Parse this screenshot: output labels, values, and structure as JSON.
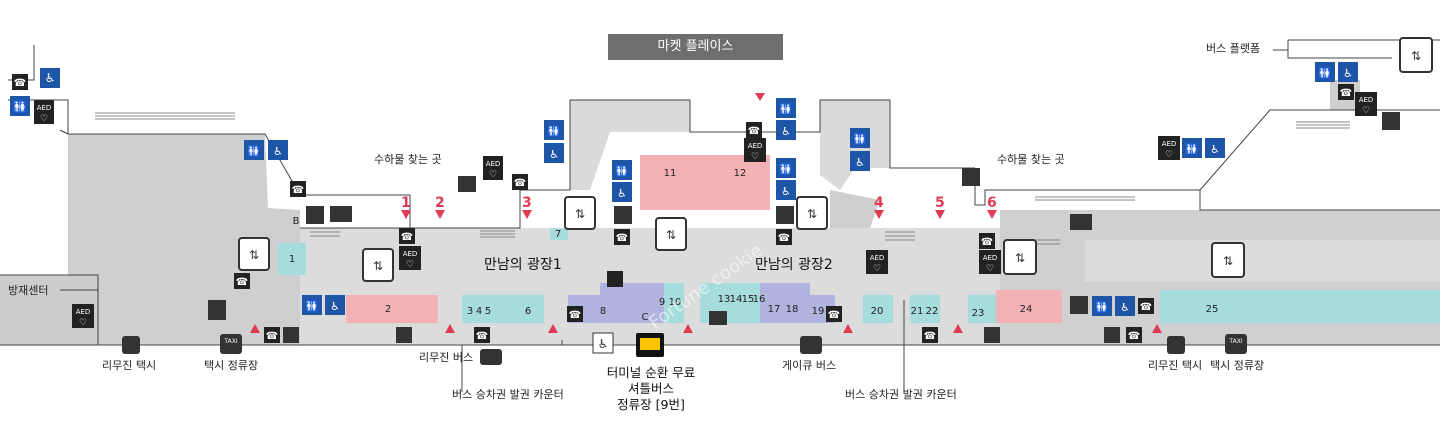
{
  "map": {
    "banner": "마켓 플레이스",
    "bus_platform": "버스 플랫폼",
    "baggage_claim": [
      "수하물 찾는 곳",
      "수하물 찾는 곳"
    ],
    "plaza_1": "만남의 광장1",
    "plaza_2": "만남의 광장2",
    "disaster_center": "방재센터",
    "watermark": "Fortune cookie",
    "gates": [
      "1",
      "2",
      "3",
      "4",
      "5",
      "6"
    ],
    "rooms": {
      "A": "1",
      "B": "2",
      "C3": "3",
      "C4": "4",
      "C5": "5",
      "C6": "6",
      "C7": "7",
      "C8": "8",
      "C9": "9",
      "C10": "10",
      "C11": "11",
      "C12": "12",
      "C13": "13",
      "C14": "14",
      "C15": "15",
      "C16": "16",
      "C17": "17",
      "C18": "18",
      "C19": "19",
      "C20": "20",
      "C21": "21",
      "C22": "22",
      "C23": "23",
      "C24": "24",
      "C25": "25",
      "LB": "B",
      "LC": "C"
    },
    "bottom_labels": {
      "limo_taxi_left": "리무진 택시",
      "taxi_stand_left": "택시 정류장",
      "limo_bus": "리무진 버스",
      "bus_ticket_left": "버스 승차권 발권 카운터",
      "shuttle": [
        "터미널 순환 무료",
        "셔틀버스",
        "정류장 [9번]"
      ],
      "gaekyu_bus": "게이큐 버스",
      "bus_ticket_right": "버스 승차권 발권 카운터",
      "limo_taxi_right": "리무진 택시",
      "taxi_stand_right": "택시 정류장"
    },
    "icons": {
      "aed": "AED",
      "taxi": "TAXI"
    },
    "colors": {
      "floor": "#cdcdcd",
      "pink": "#f3b3b6",
      "teal": "#a7dcdc",
      "purple": "#b1b4df",
      "blue": "#1f55a6",
      "gate_red": "#e03b55",
      "yellow": "#f7c600"
    }
  }
}
